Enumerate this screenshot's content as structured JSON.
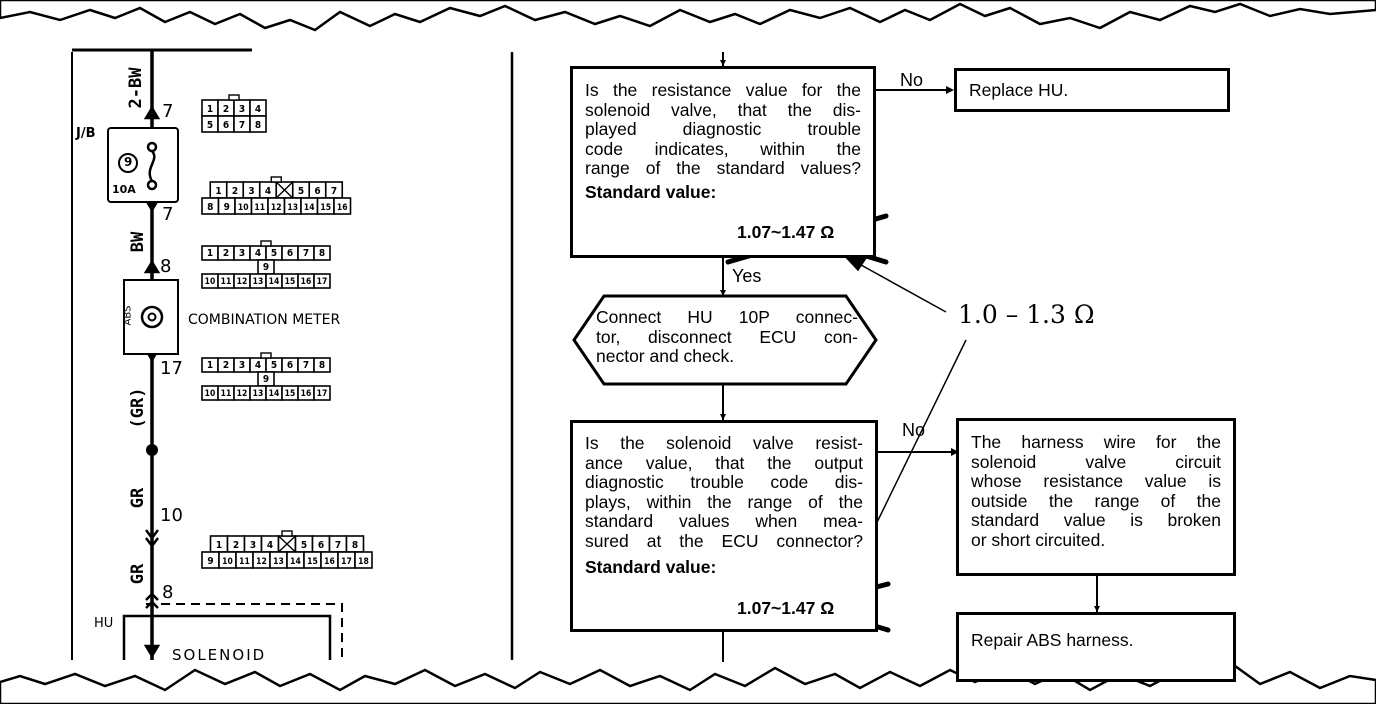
{
  "flowchart": {
    "q1": {
      "lines": [
        "Is the resistance value for the",
        "solenoid valve, that the dis-",
        "played diagnostic trouble",
        "code indicates, within the",
        "range of the standard values?"
      ],
      "std_label": "Standard value:",
      "std_value": "1.07~1.47 Ω"
    },
    "replace_hu": "Replace HU.",
    "no_label_1": "No",
    "yes_label": "Yes",
    "connect": {
      "lines": [
        "Connect HU 10P connec-",
        "tor, disconnect ECU con-",
        "nector and check."
      ]
    },
    "q2": {
      "lines": [
        "Is the solenoid valve resist-",
        "ance value, that the output",
        "diagnostic trouble code dis-",
        "plays, within the range of the",
        "standard values when mea-",
        "sured at the ECU connector?"
      ],
      "std_label": "Standard value:",
      "std_value": "1.07~1.47 Ω"
    },
    "no_label_2": "No",
    "harness": {
      "lines": [
        "The harness wire for the",
        "solenoid valve circuit",
        "whose resistance value is",
        "outside the range of the",
        "standard value is broken",
        "or short circuited."
      ]
    },
    "repair": "Repair ABS harness.",
    "correction": "1.0 – 1.3 Ω"
  },
  "wiring": {
    "wires": {
      "w1": "2-BW",
      "w2": "BW",
      "w3": "(GR)",
      "w4": "GR",
      "w5": "GR"
    },
    "pins": {
      "p7a": "7",
      "p7b": "7",
      "p8a": "8",
      "p17": "17",
      "p10": "10",
      "p8b": "8"
    },
    "jb_label": "J/B",
    "fuse_number": "9",
    "fuse_rating": "10A",
    "abs_label": "ABS",
    "combination_meter": "COMBINATION METER",
    "hu_label": "HU",
    "solenoid_label": "SOLENOID",
    "connectors": [
      {
        "rows": [
          [
            "1",
            "2",
            "3",
            "4"
          ],
          [
            "5",
            "6",
            "7",
            "8"
          ]
        ]
      },
      {
        "rows": [
          [
            "1",
            "2",
            "3",
            "4",
            "",
            "5",
            "6",
            "7"
          ],
          [
            "8",
            "9",
            "10",
            "11",
            "12",
            "13",
            "14",
            "15",
            "16"
          ]
        ]
      },
      {
        "rows": [
          [
            "1",
            "2",
            "3",
            "4",
            "5",
            "6",
            "7",
            "8"
          ],
          [
            "9"
          ],
          [
            "10",
            "11",
            "12",
            "13",
            "14",
            "15",
            "16",
            "17"
          ]
        ]
      },
      {
        "rows": [
          [
            "1",
            "2",
            "3",
            "4",
            "5",
            "6",
            "7",
            "8"
          ],
          [
            "9"
          ],
          [
            "10",
            "11",
            "12",
            "13",
            "14",
            "15",
            "16",
            "17"
          ]
        ]
      },
      {
        "rows": [
          [
            "1",
            "2",
            "3",
            "4",
            "",
            "5",
            "6",
            "7",
            "8"
          ],
          [
            "9",
            "10",
            "11",
            "12",
            "13",
            "14",
            "15",
            "16",
            "17",
            "18"
          ]
        ]
      }
    ]
  }
}
